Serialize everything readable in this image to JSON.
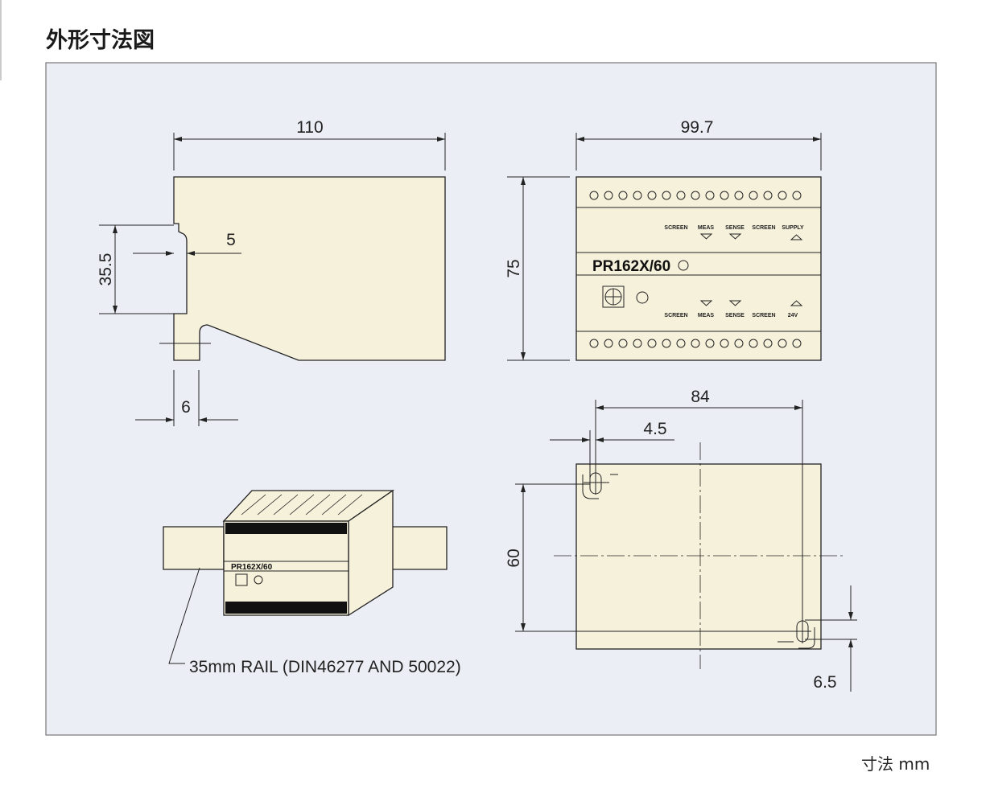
{
  "page": {
    "title": "外形寸法図",
    "unit_note": "寸法 mm"
  },
  "dimensions": {
    "side_width": "110",
    "side_rail_height": "35.5",
    "side_notch": "5",
    "side_foot": "6",
    "front_width": "99.7",
    "front_height": "75",
    "mount_width": "84",
    "mount_offset": "4.5",
    "mount_height": "60",
    "mount_slot": "6.5"
  },
  "device": {
    "model": "PR162X/60",
    "top_labels": [
      "SCREEN",
      "MEAS",
      "SENSE",
      "SCREEN",
      "SUPPLY"
    ],
    "bottom_labels": [
      "SCREEN",
      "MEAS",
      "SENSE",
      "SCREEN",
      "24V"
    ]
  },
  "rail_caption": "35mm RAIL (DIN46277 AND 50022)",
  "colors": {
    "panel": "#eceef5",
    "body": "#f6f1da"
  }
}
